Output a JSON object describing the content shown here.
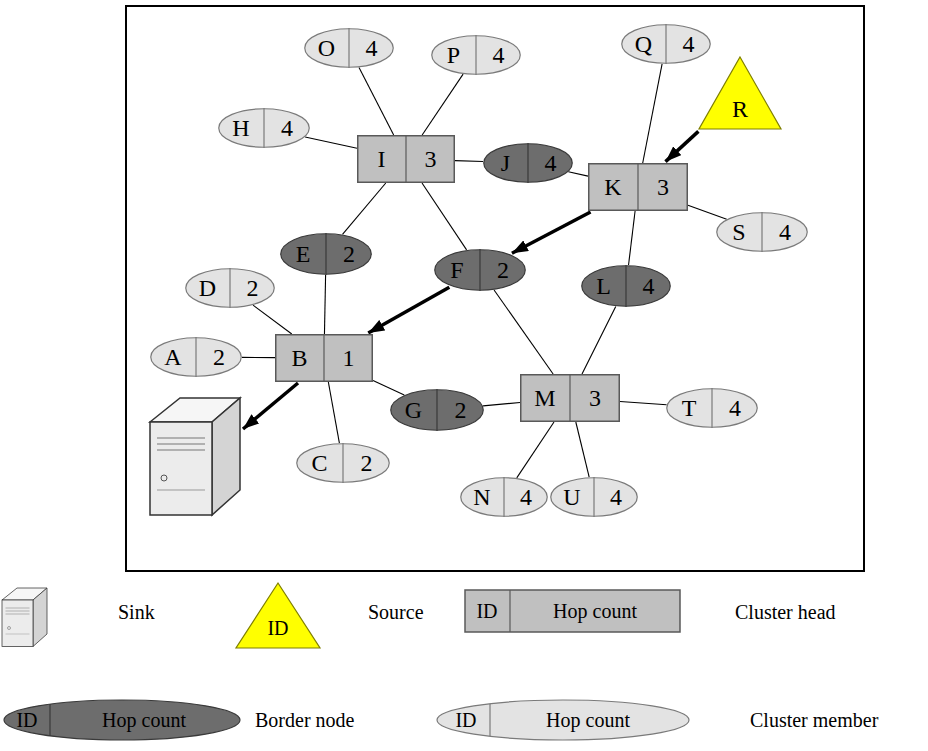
{
  "diagram": {
    "nodes": [
      {
        "text": [
          "O",
          "4"
        ]
      },
      {
        "text": [
          "P",
          "4"
        ]
      },
      {
        "text": [
          "Q",
          "4"
        ]
      },
      {
        "text": [
          "R"
        ]
      },
      {
        "text": [
          "H",
          "4"
        ]
      },
      {
        "text": [
          "I",
          "3"
        ]
      },
      {
        "text": [
          "J",
          "4"
        ]
      },
      {
        "text": [
          "K",
          "3"
        ]
      },
      {
        "text": [
          "S",
          "4"
        ]
      },
      {
        "text": [
          "E",
          "2"
        ]
      },
      {
        "text": [
          "F",
          "2"
        ]
      },
      {
        "text": [
          "L",
          "4"
        ]
      },
      {
        "text": [
          "D",
          "2"
        ]
      },
      {
        "text": [
          "A",
          "2"
        ]
      },
      {
        "text": [
          "B",
          "1"
        ]
      },
      {
        "text": [
          "G",
          "2"
        ]
      },
      {
        "text": [
          "M",
          "3"
        ]
      },
      {
        "text": [
          "T",
          "4"
        ]
      },
      {
        "text": [
          "C",
          "2"
        ]
      },
      {
        "text": [
          "N",
          "4"
        ]
      },
      {
        "text": [
          "U",
          "4"
        ]
      }
    ],
    "edges": [
      {
        "from": 0,
        "to": 5,
        "arrow": "none"
      },
      {
        "from": 1,
        "to": 5,
        "arrow": "none"
      },
      {
        "from": 2,
        "to": 7,
        "arrow": "none"
      },
      {
        "from": 3,
        "to": 7,
        "arrow": "to"
      },
      {
        "from": 4,
        "to": 5,
        "arrow": "none"
      },
      {
        "from": 5,
        "to": 6,
        "arrow": "none"
      },
      {
        "from": 6,
        "to": 7,
        "arrow": "none"
      },
      {
        "from": 7,
        "to": 10,
        "arrow": "to"
      },
      {
        "from": 7,
        "to": 8,
        "arrow": "none"
      },
      {
        "from": 7,
        "to": 11,
        "arrow": "none"
      },
      {
        "from": 5,
        "to": 9,
        "arrow": "none"
      },
      {
        "from": 5,
        "to": 10,
        "arrow": "none"
      },
      {
        "from": 9,
        "to": 14,
        "arrow": "none"
      },
      {
        "from": 10,
        "to": 14,
        "arrow": "to"
      },
      {
        "from": 12,
        "to": 14,
        "arrow": "none"
      },
      {
        "from": 13,
        "to": 14,
        "arrow": "none"
      },
      {
        "from": 14,
        "to": 18,
        "arrow": "none"
      },
      {
        "from": 14,
        "to": 15,
        "arrow": "none"
      },
      {
        "from": 15,
        "to": 16,
        "arrow": "none"
      },
      {
        "from": 10,
        "to": 16,
        "arrow": "none"
      },
      {
        "from": 11,
        "to": 16,
        "arrow": "none"
      },
      {
        "from": 16,
        "to": 17,
        "arrow": "none"
      },
      {
        "from": 16,
        "to": 19,
        "arrow": "none"
      },
      {
        "from": 16,
        "to": 20,
        "arrow": "none"
      }
    ],
    "labels": [
      "ID",
      "ID",
      "Hop count",
      "ID",
      "Hop count",
      "ID",
      "Hop count"
    ],
    "legend": [
      {
        "text": "Sink"
      },
      {
        "text": "Source"
      },
      {
        "text": "Cluster head"
      },
      {
        "text": "Border node"
      },
      {
        "text": "Cluster member"
      }
    ]
  }
}
